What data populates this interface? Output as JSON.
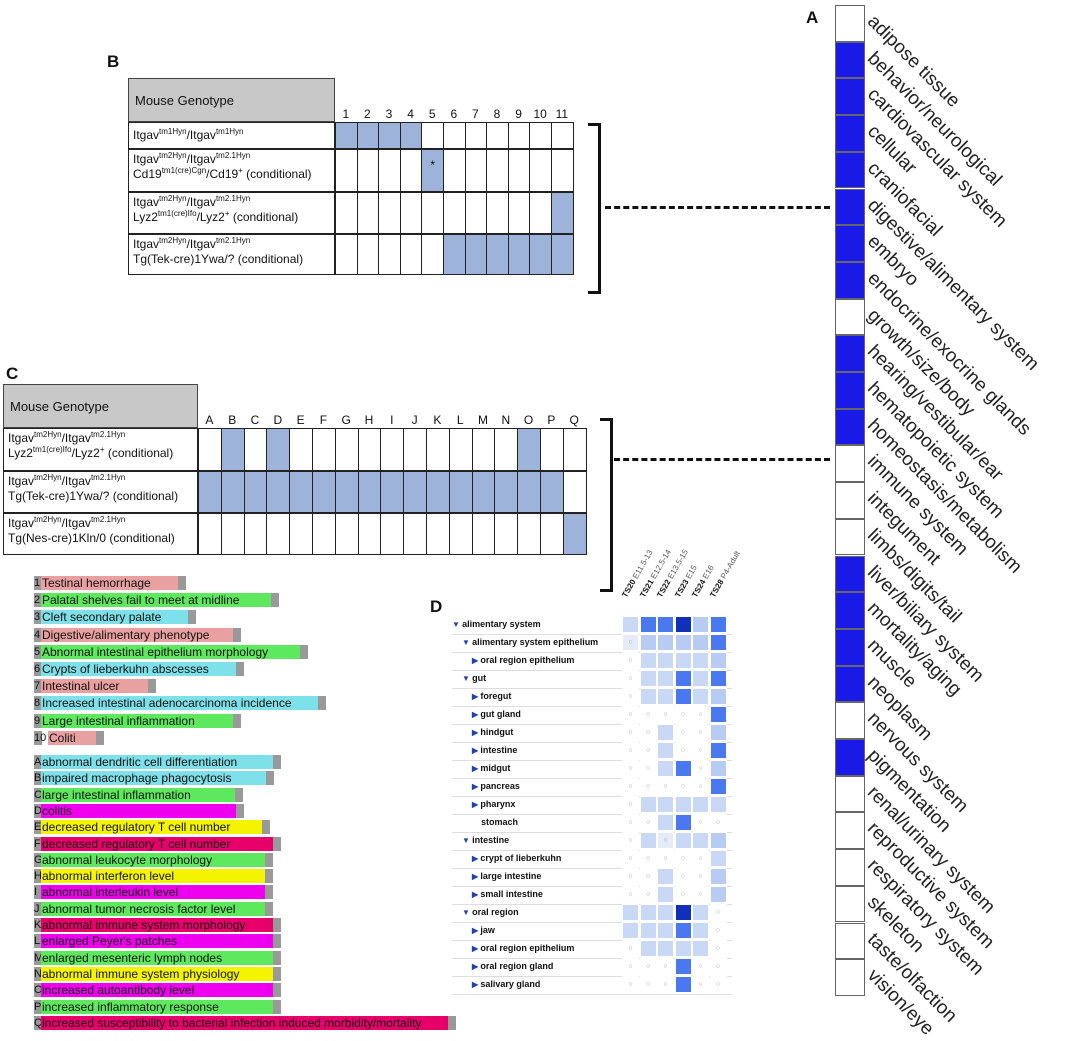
{
  "panels": {
    "A": "A",
    "B": "B",
    "C": "C",
    "D": "D"
  },
  "panelB": {
    "header": "Mouse Genotype",
    "columns": [
      "1",
      "2",
      "3",
      "4",
      "5",
      "6",
      "7",
      "8",
      "9",
      "10",
      "11"
    ],
    "rows": [
      {
        "l1": "Itgav",
        "s1": "tm1Hyn",
        "l2": "/Itgav",
        "s2": "tm1Hyn",
        "line2": "",
        "cells": [
          1,
          1,
          1,
          1,
          0,
          0,
          0,
          0,
          0,
          0,
          0
        ]
      },
      {
        "l1": "Itgav",
        "s1": "tm2Hyn",
        "l2": "/Itgav",
        "s2": "tm2.1Hyn",
        "line2": "Cd19",
        "s3": "tm1(cre)Cgn",
        "l3": "/Cd19",
        "s4": "+",
        "l4": " (conditional)",
        "mark": "*",
        "cells": [
          0,
          0,
          0,
          0,
          1,
          0,
          0,
          0,
          0,
          0,
          0
        ]
      },
      {
        "l1": "Itgav",
        "s1": "tm2Hyn",
        "l2": "/Itgav",
        "s2": "tm2.1Hyn",
        "line2": "Lyz2",
        "s3": "tm1(cre)Ifo",
        "l3": "/Lyz2",
        "s4": "+",
        "l4": " (conditional)",
        "cells": [
          0,
          0,
          0,
          0,
          0,
          0,
          0,
          0,
          0,
          0,
          1
        ]
      },
      {
        "l1": "Itgav",
        "s1": "tm2Hyn",
        "l2": "/Itgav",
        "s2": "tm2.1Hyn",
        "line2": "Tg(Tek-cre)1Ywa/? (conditional)",
        "cells": [
          0,
          0,
          0,
          0,
          0,
          1,
          1,
          1,
          1,
          1,
          1
        ]
      }
    ]
  },
  "panelC": {
    "header": "Mouse Genotype",
    "columns": [
      "A",
      "B",
      "C",
      "D",
      "E",
      "F",
      "G",
      "H",
      "I",
      "J",
      "K",
      "L",
      "M",
      "N",
      "O",
      "P",
      "Q"
    ],
    "rows": [
      {
        "l1": "Itgav",
        "s1": "tm2Hyn",
        "l2": "/Itgav",
        "s2": "tm2.1Hyn",
        "line2": "Lyz2",
        "s3": "tm1(cre)Ifo",
        "l3": "/Lyz2",
        "s4": "+",
        "l4": " (conditional)",
        "cells": [
          0,
          1,
          0,
          1,
          0,
          0,
          0,
          0,
          0,
          0,
          0,
          0,
          0,
          0,
          1,
          0,
          0
        ]
      },
      {
        "l1": "Itgav",
        "s1": "tm2Hyn",
        "l2": "/Itgav",
        "s2": "tm2.1Hyn",
        "line2": "Tg(Tek-cre)1Ywa/? (conditional)",
        "cells": [
          1,
          1,
          1,
          1,
          1,
          1,
          1,
          1,
          1,
          1,
          1,
          1,
          1,
          1,
          1,
          1,
          0
        ]
      },
      {
        "l1": "Itgav",
        "s1": "tm2Hyn",
        "l2": "/Itgav",
        "s2": "tm2.1Hyn",
        "line2": "Tg(Nes-cre)1Kln/0 (conditional)",
        "cells": [
          0,
          0,
          0,
          0,
          0,
          0,
          0,
          0,
          0,
          0,
          0,
          0,
          0,
          0,
          0,
          0,
          1
        ]
      }
    ]
  },
  "legend1": [
    {
      "key": "1",
      "text": "Testinal hemorrhage",
      "color": "#e8a0a0",
      "w": 150
    },
    {
      "key": "2",
      "text": "Palatal shelves fail to meet at midline",
      "color": "#5ee85e",
      "w": 243
    },
    {
      "key": "3",
      "text": "Cleft secondary palate",
      "color": "#7ee0e8",
      "w": 160
    },
    {
      "key": "4",
      "text": "Digestive/alimentary phenotype",
      "color": "#e8a0a0",
      "w": 205
    },
    {
      "key": "5",
      "text": "Abnormal intestinal epithelium morphology",
      "color": "#5ee85e",
      "w": 272
    },
    {
      "key": "6",
      "text": "Crypts of lieberkuhn abscesses",
      "color": "#7ee0e8",
      "w": 208
    },
    {
      "key": "7",
      "text": "Intestinal ulcer",
      "color": "#e8a0a0",
      "w": 120
    },
    {
      "key": "8",
      "text": "Increased intestinal adenocarcinoma incidence",
      "color": "#7ee0e8",
      "w": 290
    },
    {
      "key": "9",
      "text": "Large intestinal inflammation",
      "color": "#5ee85e",
      "w": 205
    },
    {
      "key": "10",
      "text": "Coliti",
      "color": "#e8a0a0",
      "w": 68
    }
  ],
  "legend2": [
    {
      "key": "A",
      "text": "abnormal dendritic cell differentiation",
      "color": "#7ee0e8",
      "w": 245
    },
    {
      "key": "B",
      "text": "impaired macrophage phagocytosis",
      "color": "#7ee0e8",
      "w": 238
    },
    {
      "key": "C",
      "text": "large intestinal inflammation",
      "color": "#5ee85e",
      "w": 207
    },
    {
      "key": "D",
      "text": "colitis",
      "color": "#ee00ee",
      "w": 208
    },
    {
      "key": "E",
      "text": "decreased regulatory T cell number",
      "color": "#f4f400",
      "w": 234
    },
    {
      "key": "F",
      "text": "decreased regulatory T cell number",
      "color": "#e8006a",
      "w": 245
    },
    {
      "key": "G",
      "text": "abnormal leukocyte morphology",
      "color": "#5ee85e",
      "w": 237
    },
    {
      "key": "H",
      "text": "abnormal interferon level",
      "color": "#f4f400",
      "w": 237
    },
    {
      "key": "I",
      "text": "abnormal interleukin level",
      "color": "#ee00ee",
      "w": 237
    },
    {
      "key": "J",
      "text": "abnormal tumor necrosis factor level",
      "color": "#5ee85e",
      "w": 237
    },
    {
      "key": "K",
      "text": "abnormal immune system morphology",
      "color": "#e8006a",
      "w": 245
    },
    {
      "key": "L",
      "text": "enlarged Peyer's patches",
      "color": "#ee00ee",
      "w": 245
    },
    {
      "key": "M",
      "text": "enlarged mesenteric lymph nodes",
      "color": "#5ee85e",
      "w": 245
    },
    {
      "key": "N",
      "text": "abnormal immune system physiology",
      "color": "#f4f400",
      "w": 245
    },
    {
      "key": "O",
      "text": "increased autoantibody level",
      "color": "#ee00ee",
      "w": 245
    },
    {
      "key": "P",
      "text": "increased inflammatory response",
      "color": "#5ee85e",
      "w": 245
    },
    {
      "key": "Q",
      "text": "increased susceptibility to bacterial infection induced morbidity/mortality",
      "color": "#e8006a",
      "w": 420
    }
  ],
  "panelA": [
    {
      "label": "adipose tissue",
      "on": 0
    },
    {
      "label": "behavior/neurological",
      "on": 1
    },
    {
      "label": "cardiovascular system",
      "on": 1
    },
    {
      "label": "cellular",
      "on": 1
    },
    {
      "label": "craniofacial",
      "on": 1
    },
    {
      "label": "digestive/alimentary system",
      "on": 1
    },
    {
      "label": "embryo",
      "on": 1
    },
    {
      "label": "endocrine/exocrine glands",
      "on": 1
    },
    {
      "label": "growth/size/body",
      "on": 0
    },
    {
      "label": "hearing/vestibular/ear",
      "on": 1
    },
    {
      "label": "hematopoietic system",
      "on": 1
    },
    {
      "label": "homeostasis/metabolism",
      "on": 1
    },
    {
      "label": "immune system",
      "on": 0
    },
    {
      "label": "integument",
      "on": 0
    },
    {
      "label": "limbs/digits/tail",
      "on": 0
    },
    {
      "label": "liver/biliary system",
      "on": 1
    },
    {
      "label": "mortality/aging",
      "on": 1
    },
    {
      "label": "muscle",
      "on": 1
    },
    {
      "label": "neoplasm",
      "on": 1
    },
    {
      "label": "nervous system",
      "on": 0
    },
    {
      "label": "pigmentation",
      "on": 1
    },
    {
      "label": "renal/urinary system",
      "on": 0
    },
    {
      "label": "reproductive system",
      "on": 0
    },
    {
      "label": "respiratory system",
      "on": 0
    },
    {
      "label": "skeleton",
      "on": 0
    },
    {
      "label": "taste/olfaction",
      "on": 0
    },
    {
      "label": "vision/eye",
      "on": 0
    }
  ],
  "panelD": {
    "stages": [
      "TS20",
      "TS21",
      "TS22",
      "TS23",
      "TS24",
      "TS28"
    ],
    "stageSub": [
      "E11.5-13",
      "E12.5-14",
      "E13.5-15",
      "E15",
      "E16",
      "P4-Adult"
    ],
    "rows": [
      {
        "label": "alimentary system",
        "indent": 0,
        "arrow": "▼",
        "v": [
          1,
          3,
          3,
          5,
          2,
          3
        ]
      },
      {
        "label": "alimentary system epithelium",
        "indent": 1,
        "arrow": "▼",
        "v": [
          0,
          2,
          2,
          2,
          2,
          3
        ]
      },
      {
        "label": "oral region epithelium",
        "indent": 2,
        "arrow": "▶",
        "v": [
          -1,
          1,
          1,
          1,
          1,
          2
        ]
      },
      {
        "label": "gut",
        "indent": 1,
        "arrow": "▼",
        "v": [
          -1,
          1,
          1,
          3,
          1,
          3
        ]
      },
      {
        "label": "foregut",
        "indent": 2,
        "arrow": "▶",
        "v": [
          -1,
          1,
          1,
          3,
          1,
          2
        ]
      },
      {
        "label": "gut gland",
        "indent": 2,
        "arrow": "▶",
        "v": [
          -1,
          -1,
          -1,
          -1,
          -1,
          3
        ]
      },
      {
        "label": "hindgut",
        "indent": 2,
        "arrow": "▶",
        "v": [
          -1,
          -1,
          1,
          -1,
          -1,
          2
        ]
      },
      {
        "label": "intestine",
        "indent": 2,
        "arrow": "▶",
        "v": [
          -1,
          -1,
          1,
          -1,
          -1,
          3
        ]
      },
      {
        "label": "midgut",
        "indent": 2,
        "arrow": "▶",
        "v": [
          -1,
          -1,
          1,
          3,
          -1,
          2
        ]
      },
      {
        "label": "pancreas",
        "indent": 2,
        "arrow": "▶",
        "v": [
          -1,
          -1,
          -1,
          -1,
          -1,
          3
        ]
      },
      {
        "label": "pharynx",
        "indent": 2,
        "arrow": "▶",
        "v": [
          -1,
          1,
          1,
          1,
          1,
          1
        ]
      },
      {
        "label": "stomach",
        "indent": 2,
        "arrow": "",
        "v": [
          -1,
          -1,
          1,
          3,
          -1,
          -1
        ]
      },
      {
        "label": "intestine",
        "indent": 1,
        "arrow": "▼",
        "v": [
          -1,
          1,
          0,
          1,
          1,
          2
        ]
      },
      {
        "label": "crypt of lieberkuhn",
        "indent": 2,
        "arrow": "▶",
        "v": [
          -1,
          -1,
          -1,
          -1,
          -1,
          1
        ]
      },
      {
        "label": "large intestine",
        "indent": 2,
        "arrow": "▶",
        "v": [
          -1,
          -1,
          1,
          -1,
          -1,
          2
        ]
      },
      {
        "label": "small intestine",
        "indent": 2,
        "arrow": "▶",
        "v": [
          -1,
          -1,
          1,
          -1,
          -1,
          2
        ]
      },
      {
        "label": "oral region",
        "indent": 1,
        "arrow": "▼",
        "v": [
          1,
          1,
          1,
          5,
          1,
          -1
        ]
      },
      {
        "label": "jaw",
        "indent": 2,
        "arrow": "▶",
        "v": [
          1,
          1,
          1,
          3,
          1,
          -1
        ]
      },
      {
        "label": "oral region epithelium",
        "indent": 2,
        "arrow": "▶",
        "v": [
          -1,
          1,
          1,
          1,
          1,
          -1
        ]
      },
      {
        "label": "oral region gland",
        "indent": 2,
        "arrow": "▶",
        "v": [
          -1,
          -1,
          -1,
          3,
          -1,
          -1
        ]
      },
      {
        "label": "salivary gland",
        "indent": 2,
        "arrow": "▶",
        "v": [
          -1,
          -1,
          -1,
          3,
          -1,
          -1
        ]
      }
    ]
  }
}
